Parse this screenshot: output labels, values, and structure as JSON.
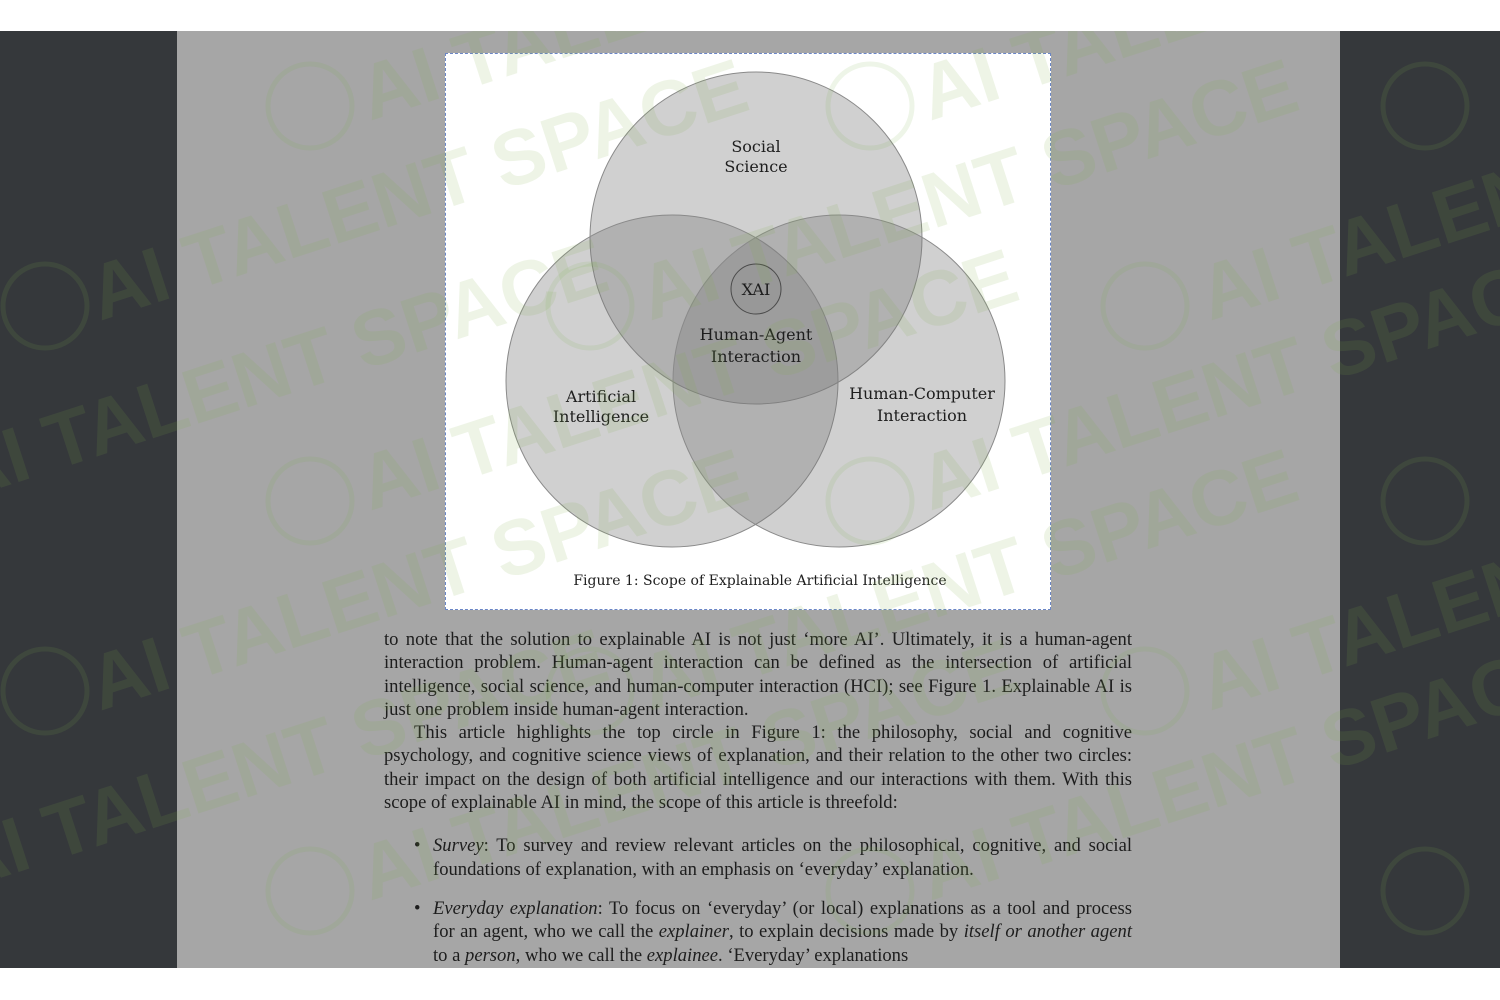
{
  "figure": {
    "venn_labels": {
      "social_science": [
        "Social",
        "Science"
      ],
      "xai": "XAI",
      "human_agent_interaction": [
        "Human-Agent",
        "Interaction"
      ],
      "artificial_intelligence": [
        "Artificial",
        "Intelligence"
      ],
      "human_computer_interaction": [
        "Human-Computer",
        "Interaction"
      ]
    },
    "caption": "Figure 1: Scope of Explainable Artificial Intelligence"
  },
  "body": {
    "p1": "to note that the solution to explainable AI is not just ‘more AI’. Ultimately, it is a human-agent interaction problem. Human-agent interaction can be defined as the intersection of artificial intelligence, social science, and human-computer interaction (HCI); see Figure 1. Explainable AI is just one problem inside human-agent interaction.",
    "p2": "This article highlights the top circle in Figure 1: the philosophy, social and cognitive psychology, and cognitive science views of explanation, and their relation to the other two circles: their impact on the design of both artificial intelligence and our interactions with them. With this scope of explainable AI in mind, the scope of this article is threefold:",
    "bullet_symbol": "•",
    "bullets": [
      {
        "term": "Survey",
        "text": ": To survey and review relevant articles on the philosophical, cognitive, and social foundations of explanation, with an emphasis on ‘everyday’ explanation."
      },
      {
        "term": "Everyday explanation",
        "seg1": ": To focus on ‘everyday’ (or local) explanations as a tool and process for an agent, who we call the ",
        "em1": "explainer",
        "seg2": ", to explain decisions made by ",
        "em2": "itself or another agent",
        "seg3": " to a ",
        "em3": "person",
        "seg4": ", who we call the ",
        "em4": "explainee",
        "seg5": ". ‘Everyday’ explanations"
      }
    ]
  },
  "watermark": {
    "text": "AI TALENT SPACE",
    "color": "#7fb04a"
  },
  "colors": {
    "viewer_background": "#35383b",
    "page_dim": "#a6a6a6",
    "figure_border": "#6b86c6"
  }
}
